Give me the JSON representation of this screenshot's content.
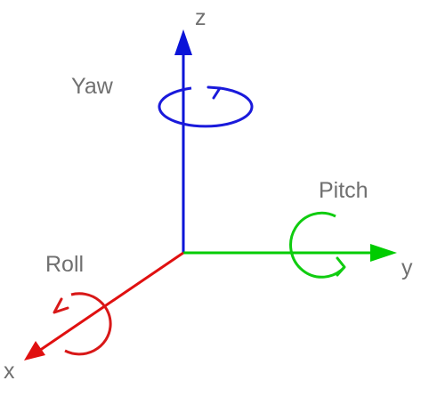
{
  "axes": {
    "x": {
      "label": "x",
      "color": "#e01010"
    },
    "y": {
      "label": "y",
      "color": "#00cc00"
    },
    "z": {
      "label": "z",
      "color": "#0a14d8"
    }
  },
  "rotations": {
    "yaw": {
      "label": "Yaw",
      "color": "#1a1adb"
    },
    "pitch": {
      "label": "Pitch",
      "color": "#10cc10"
    },
    "roll": {
      "label": "Roll",
      "color": "#d81818"
    }
  },
  "label_color": "#707070"
}
